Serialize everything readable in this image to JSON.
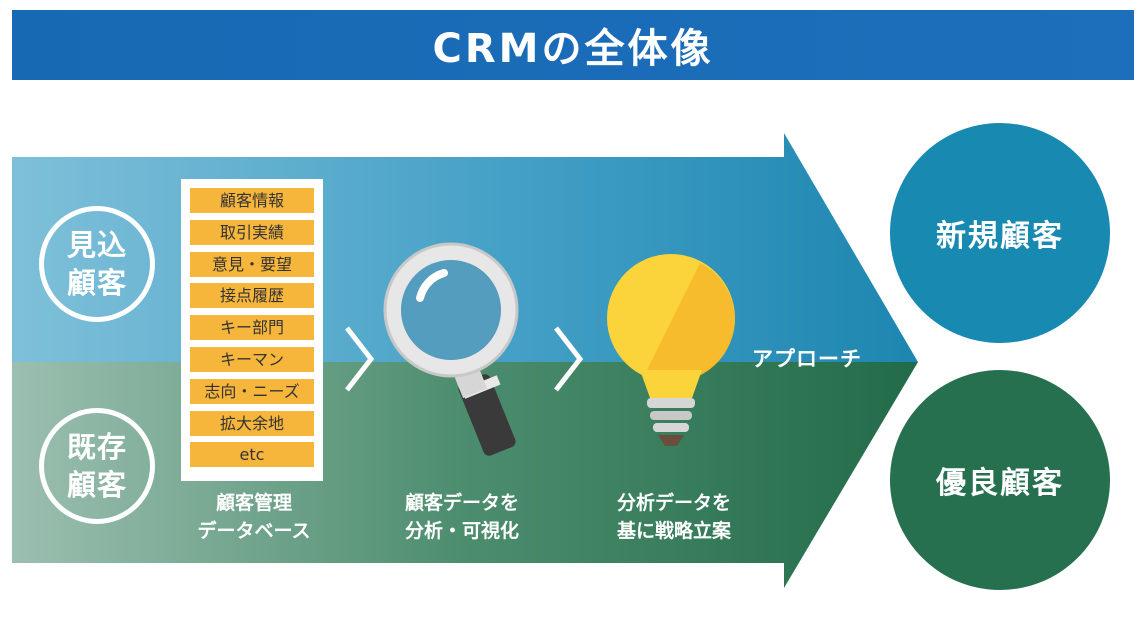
{
  "title": "CRMの全体像",
  "stages": {
    "prospect": "見込\n顧客",
    "existing": "既存\n顧客"
  },
  "database": {
    "items": [
      "顧客情報",
      "取引実績",
      "意見・要望",
      "接点履歴",
      "キー部門",
      "キーマン",
      "志向・ニーズ",
      "拡大余地",
      "etc"
    ],
    "caption": "顧客管理\nデータベース"
  },
  "analysis_caption": "顧客データを\n分析・可視化",
  "strategy_caption": "分析データを\n基に戦略立案",
  "approach_label": "アプローチ",
  "outcomes": {
    "new": "新規顧客",
    "loyal": "優良顧客"
  },
  "colors": {
    "title_bar": "#1769b4",
    "upper_band": "#3f9cc4",
    "lower_band": "#2f7a5a",
    "new_customer": "#1889b0",
    "loyal_customer": "#27704f",
    "db_item": "#f6b63c",
    "bulb": "#fbd33a"
  },
  "icons": [
    "magnifier-icon",
    "lightbulb-icon",
    "chevron-right-icon"
  ]
}
